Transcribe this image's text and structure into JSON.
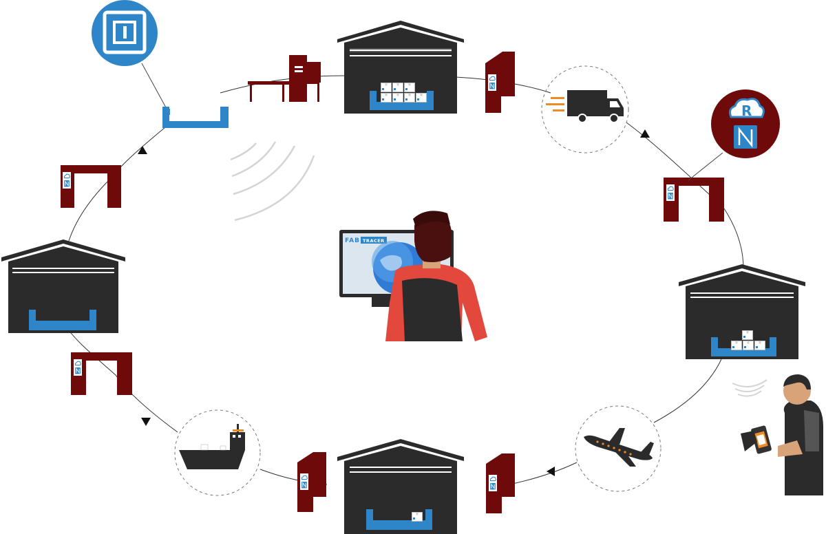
{
  "brand": {
    "app_name_part1": "FAB",
    "app_name_part2": "TRACER"
  },
  "colors": {
    "rfid_blue": "#2e86c9",
    "portal_red": "#6e0a0a",
    "warehouse_dark": "#2b2b2b",
    "roof_gray": "#4a4a4a",
    "shirt_red": "#e2483b",
    "path_line": "#333333",
    "wave_gray": "#d4d4d4"
  },
  "flow": {
    "stations": [
      "rfid-tag-badge",
      "loading-table-with-kiosk",
      "warehouse-top",
      "truck-transport",
      "cloud-nfc-badge",
      "warehouse-right",
      "handheld-scanner-operator",
      "air-freight",
      "warehouse-bottom",
      "sea-freight",
      "warehouse-left"
    ],
    "direction": "clockwise"
  },
  "icons": [
    "rfid-tag-icon",
    "cloud-r-icon",
    "nfc-icon",
    "truck-icon",
    "airplane-icon",
    "ship-icon",
    "globe-icon",
    "handheld-scanner-icon",
    "signal-waves-icon"
  ]
}
